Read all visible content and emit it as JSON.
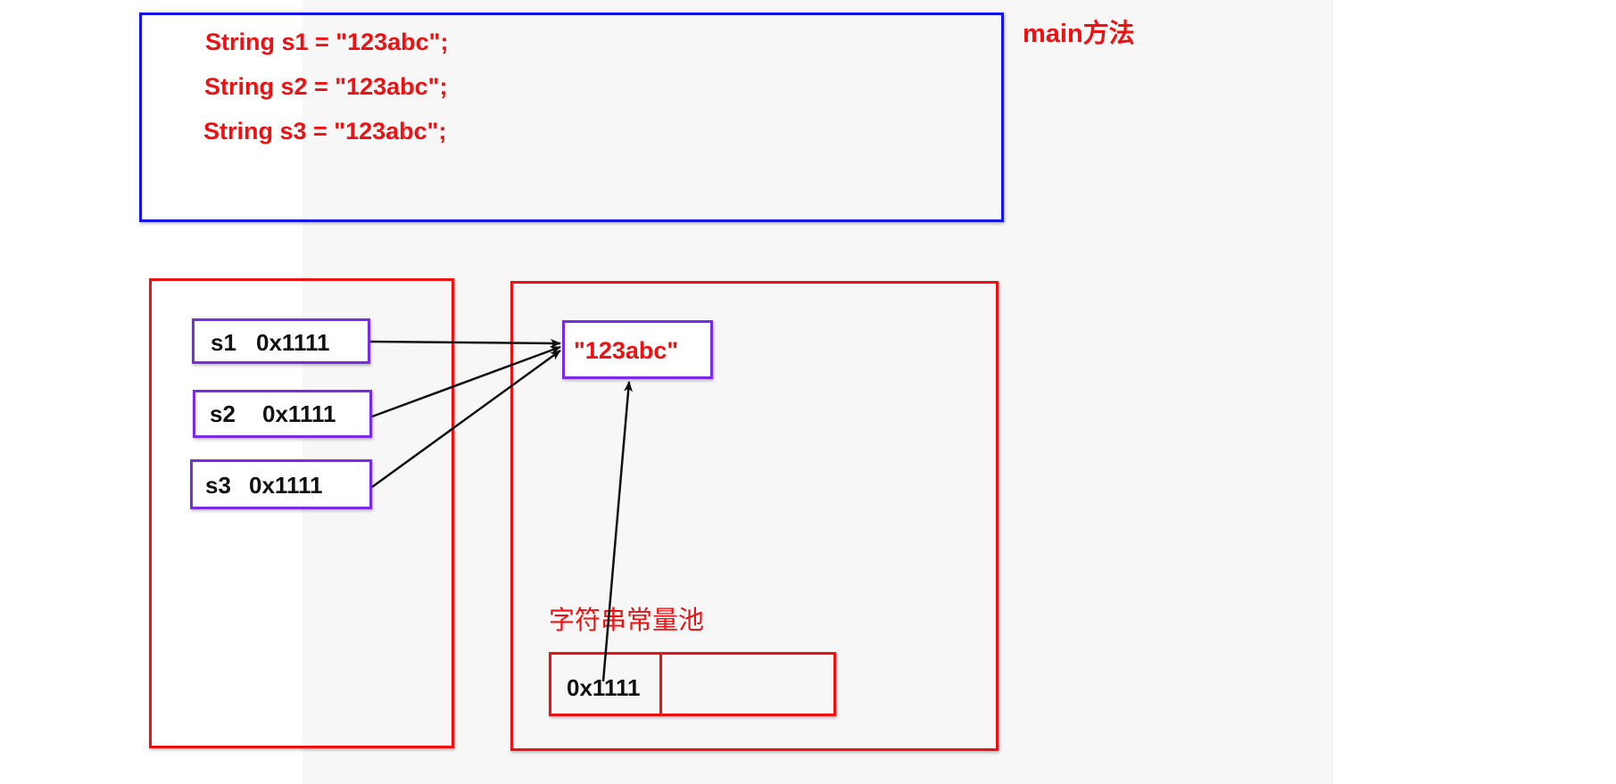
{
  "method_area": {
    "code_lines": [
      "String s1 = \"123abc\";",
      "String s2 = \"123abc\";",
      "String s3 = \"123abc\";"
    ],
    "label": "main方法"
  },
  "stack": {
    "vars": [
      {
        "name": "s1",
        "address": "0x1111"
      },
      {
        "name": "s2",
        "address": "0x1111"
      },
      {
        "name": "s3",
        "address": "0x1111"
      }
    ]
  },
  "heap": {
    "string_object": "\"123abc\"",
    "pool_label": "字符串常量池",
    "pool_address": "0x1111"
  },
  "colors": {
    "code_text": "#ee1111",
    "method_box": "#1414e6",
    "memory_box": "#ee1111",
    "variable_box": "#7a2be8",
    "arrow": "#111111"
  }
}
